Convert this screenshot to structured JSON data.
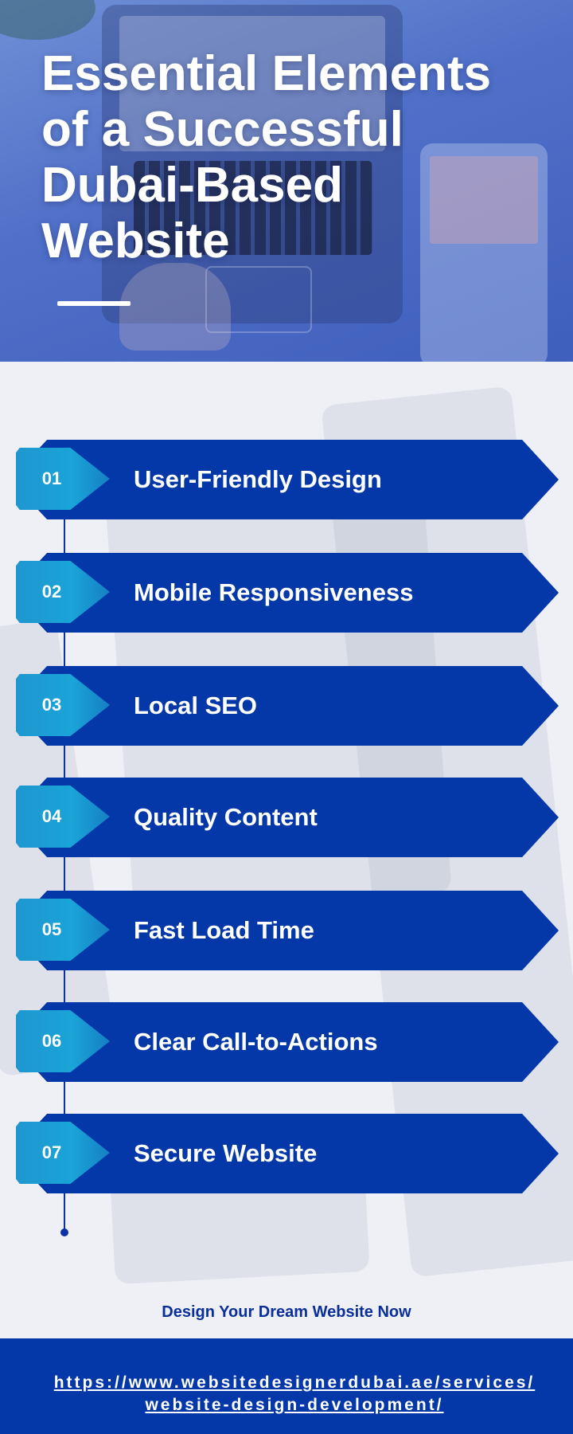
{
  "hero": {
    "title_lines": [
      "Essential Elements",
      "of a Successful",
      "Dubai-Based",
      "Website"
    ]
  },
  "steps": [
    {
      "number": "01",
      "label": "User-Friendly Design"
    },
    {
      "number": "02",
      "label": "Mobile Responsiveness"
    },
    {
      "number": "03",
      "label": "Local SEO"
    },
    {
      "number": "04",
      "label": "Quality Content"
    },
    {
      "number": "05",
      "label": "Fast Load Time"
    },
    {
      "number": "06",
      "label": "Clear Call-to-Actions"
    },
    {
      "number": "07",
      "label": "Secure Website"
    }
  ],
  "cta": {
    "text": "Design Your Dream Website Now"
  },
  "footer": {
    "url_lines": [
      "https://www.websitedesignerdubai.ae/services/",
      "website-design-development/"
    ]
  },
  "colors": {
    "banner": "#0437a8",
    "badge": "#1aa4d8",
    "timeline": "#0b32a5",
    "cta_text": "#0b2f9a"
  }
}
